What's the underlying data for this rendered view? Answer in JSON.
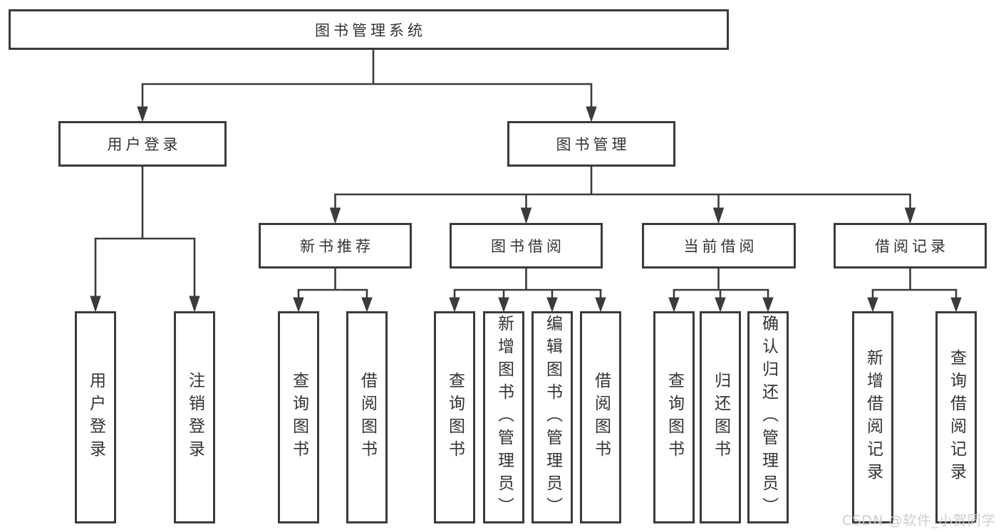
{
  "diagram": {
    "root": {
      "label": "图书管理系统"
    },
    "branches": [
      {
        "label": "用户登录",
        "children": [
          {
            "label": "用户登录"
          },
          {
            "label": "注销登录"
          }
        ]
      },
      {
        "label": "图书管理",
        "children": [
          {
            "label": "新书推荐",
            "children": [
              {
                "label": "查询图书"
              },
              {
                "label": "借阅图书"
              }
            ]
          },
          {
            "label": "图书借阅",
            "children": [
              {
                "label": "查询图书"
              },
              {
                "label": "新增图书（管理员）"
              },
              {
                "label": "编辑图书（管理员）"
              },
              {
                "label": "借阅图书"
              }
            ]
          },
          {
            "label": "当前借阅",
            "children": [
              {
                "label": "查询图书"
              },
              {
                "label": "归还图书"
              },
              {
                "label": "确认归还（管理员）"
              }
            ]
          },
          {
            "label": "借阅记录",
            "children": [
              {
                "label": "新增借阅记录"
              },
              {
                "label": "查询借阅记录"
              }
            ]
          }
        ]
      }
    ]
  },
  "watermark": {
    "text": "CSDN @软件_小贺同学"
  },
  "colors": {
    "line": "#3b3b3b",
    "text": "#333333",
    "background": "#ffffff",
    "watermark": "#cdcdcd"
  }
}
